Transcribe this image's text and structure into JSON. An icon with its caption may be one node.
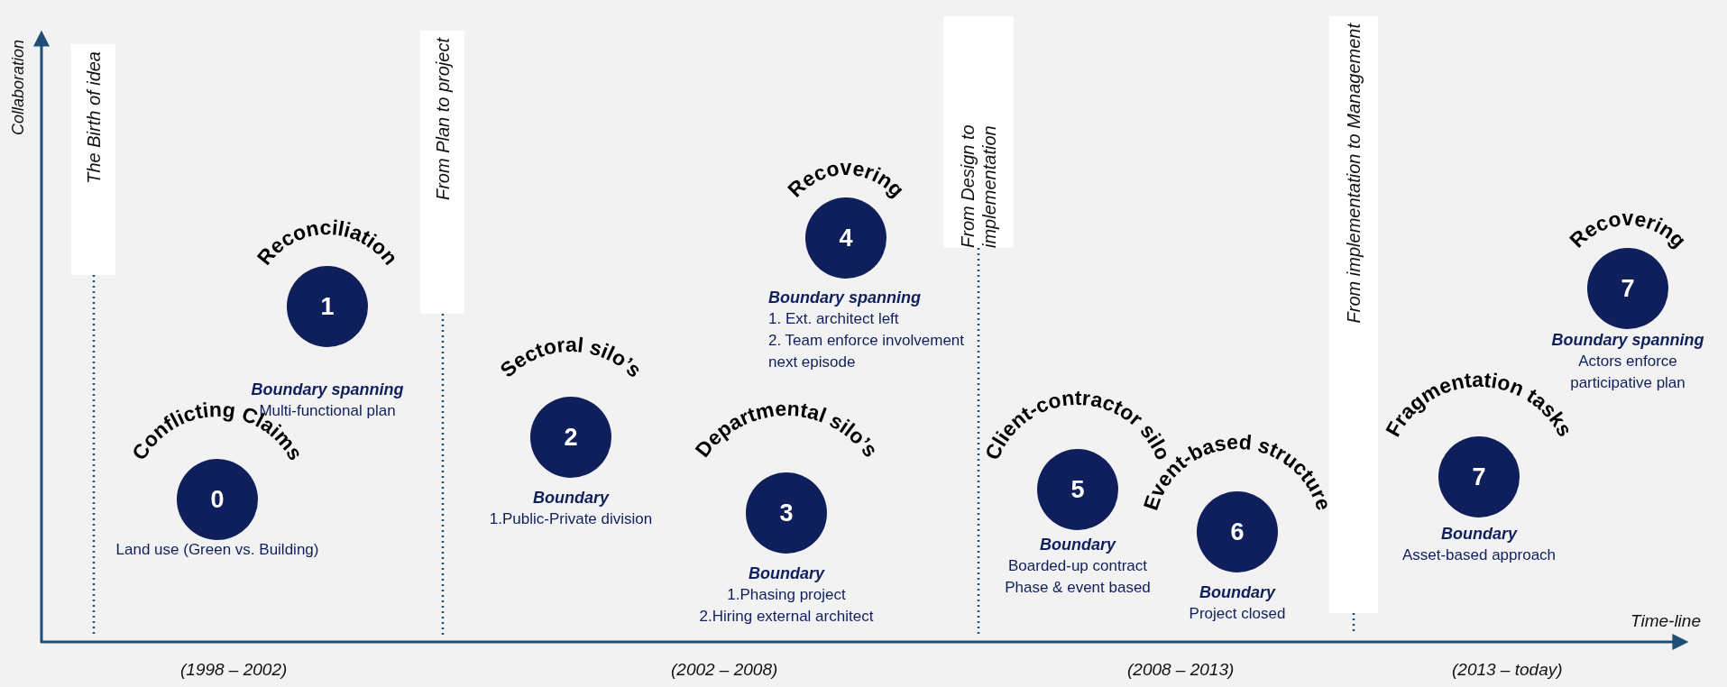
{
  "diagram": {
    "nodes": [
      {
        "text": [
          "The Birth of idea"
        ]
      },
      {
        "text": [
          "Conflicting Claims",
          "0"
        ],
        "beside": [
          "Land use (Green vs. Building)"
        ]
      },
      {
        "text": [
          "Reconciliation",
          "1"
        ],
        "beside": [
          "Boundary spanning",
          "Multi-functional plan"
        ]
      },
      {
        "text": [
          "From Plan to project"
        ]
      },
      {
        "text": [
          "Sectoral silo’s",
          "2"
        ],
        "beside": [
          "Boundary",
          "1.Public-Private division"
        ]
      },
      {
        "text": [
          "Departmental silo’s",
          "3"
        ],
        "beside": [
          "Boundary",
          "1.Phasing project",
          "2.Hiring external architect"
        ]
      },
      {
        "text": [
          "Recovering",
          "4"
        ],
        "beside": [
          "Boundary spanning",
          "1. Ext. architect left",
          "2. Team enforce involvement next episode"
        ]
      },
      {
        "text": [
          "From Design to implementation"
        ]
      },
      {
        "text": [
          "Client-contractor silo",
          "5"
        ],
        "beside": [
          "Boundary",
          "Boarded-up contract",
          "Phase & event based"
        ]
      },
      {
        "text": [
          "Event-based structure",
          "6"
        ],
        "beside": [
          "Boundary",
          "Project closed"
        ]
      },
      {
        "text": [
          "From implementation to Management"
        ]
      },
      {
        "text": [
          "Fragmentation tasks",
          "7"
        ],
        "beside": [
          "Boundary",
          "Asset-based approach"
        ]
      },
      {
        "text": [
          "Recovering",
          "7"
        ],
        "beside": [
          "Boundary spanning",
          "Actors enforce participative plan"
        ]
      }
    ],
    "edges": [
      {
        "from": 0,
        "to": null,
        "arrow": "none",
        "style": "dashed"
      },
      {
        "from": 3,
        "to": null,
        "arrow": "none",
        "style": "dashed"
      },
      {
        "from": 7,
        "to": null,
        "arrow": "none",
        "style": "dashed"
      },
      {
        "from": 10,
        "to": null,
        "arrow": "none",
        "style": "dashed"
      }
    ],
    "labels": [
      "Collaboration",
      "Time-line",
      "(1998 – 2002)",
      "(2002 – 2008)",
      "(2008 – 2013)",
      "(2013 – today)"
    ]
  }
}
